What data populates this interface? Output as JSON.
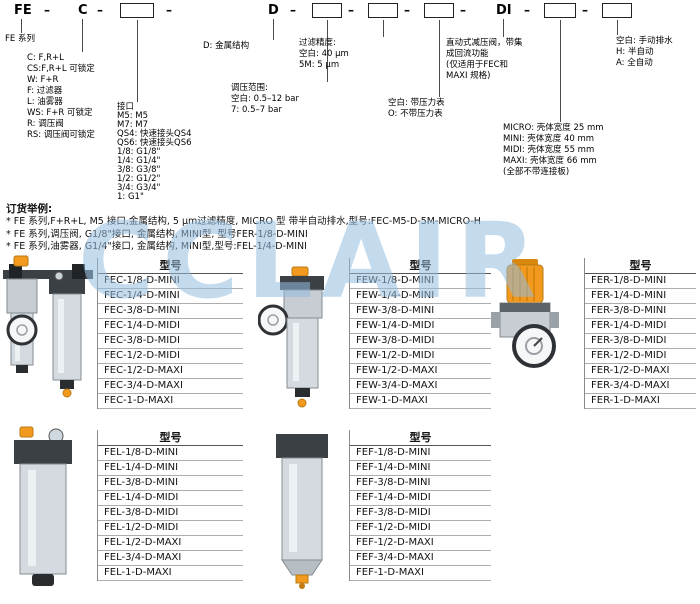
{
  "watermark": {
    "text": "CCLAIR",
    "color": "#94bcde"
  },
  "colors": {
    "accent_orange": "#f29a1f",
    "body_metal": "#c7cdd2",
    "bracket_dark": "#3b4045"
  },
  "code": {
    "fe": "FE",
    "c": "C",
    "d": "D",
    "di": "DI",
    "dash": "–"
  },
  "desc": {
    "fe_series": "FE 系列",
    "functions": [
      "C: F,R+L",
      "CS:F,R+L 可锁定",
      "W: F+R",
      "F: 过滤器",
      "L: 油雾器",
      "WS: F+R 可锁定",
      "R: 调压阀",
      "RS: 调压阀可锁定"
    ],
    "port_title": "接口",
    "port_options": [
      "M5: M5",
      "M7: M7",
      "QS4: 快速接头QS4",
      "QS6: 快速接头QS6",
      "1/8: G1/8\"",
      "1/4: G1/4\"",
      "3/8: G3/8\"",
      "1/2: G1/2\"",
      "3/4: G3/4\"",
      "1: G1\""
    ],
    "metal": "D: 金属结构",
    "range_title": "调压范围:",
    "range_options": [
      "空白: 0.5–12 bar",
      "7: 0.5–7 bar"
    ],
    "filt_title": "过滤精度:",
    "filt_options": [
      "空白: 40 μm",
      "5M: 5 μm"
    ],
    "gauge_options": [
      "空白: 带压力表",
      "O: 不带压力表"
    ],
    "di_note": [
      "直动式减压阀，带集",
      "成回流功能",
      "(仅适用于FEC和",
      "MAXI 规格)"
    ],
    "size_options": [
      "MICRO: 壳体宽度 25 mm",
      "MINI: 壳体宽度 40 mm",
      "MIDI: 壳体宽度 55 mm",
      "MAXI: 壳体宽度 66 mm",
      "(全部不带连接板)"
    ],
    "drain_options": [
      "空白: 手动排水",
      "H: 半自动",
      "A: 全自动"
    ]
  },
  "examples": {
    "title": "订货举例:",
    "lines": [
      "* FE 系列,F+R+L, M5 接口,金属结构, 5 μm过滤精度, MICRO 型 带半自动排水,型号:FEC-M5-D-5M-MICRO-H",
      "* FE 系列,调压阀, G1/8\"接口, 金属结构, MINI型, 型号FER-1/8-D-MINI",
      "* FE 系列,油雾器, G1/4\"接口, 金属结构, MINI型,型号:FEL-1/4-D-MINI"
    ]
  },
  "tables": {
    "header": "型号",
    "fec": [
      "FEC-1/8-D-MINI",
      "FEC-1/4-D-MINI",
      "FEC-3/8-D-MINI",
      "FEC-1/4-D-MIDI",
      "FEC-3/8-D-MIDI",
      "FEC-1/2-D-MIDI",
      "FEC-1/2-D-MAXI",
      "FEC-3/4-D-MAXI",
      "FEC-1-D-MAXI"
    ],
    "few": [
      "FEW-1/8-D-MINI",
      "FEW-1/4-D-MINI",
      "FEW-3/8-D-MINI",
      "FEW-1/4-D-MIDI",
      "FEW-3/8-D-MIDI",
      "FEW-1/2-D-MIDI",
      "FEW-1/2-D-MAXI",
      "FEW-3/4-D-MAXI",
      "FEW-1-D-MAXI"
    ],
    "fer": [
      "FER-1/8-D-MINI",
      "FER-1/4-D-MINI",
      "FER-3/8-D-MINI",
      "FER-1/4-D-MIDI",
      "FER-3/8-D-MIDI",
      "FER-1/2-D-MIDI",
      "FER-1/2-D-MAXI",
      "FER-3/4-D-MAXI",
      "FER-1-D-MAXI"
    ],
    "fel": [
      "FEL-1/8-D-MINI",
      "FEL-1/4-D-MINI",
      "FEL-3/8-D-MINI",
      "FEL-1/4-D-MIDI",
      "FEL-3/8-D-MIDI",
      "FEL-1/2-D-MIDI",
      "FEL-1/2-D-MAXI",
      "FEL-3/4-D-MAXI",
      "FEL-1-D-MAXI"
    ],
    "fef": [
      "FEF-1/8-D-MINI",
      "FEF-1/4-D-MINI",
      "FEF-3/8-D-MINI",
      "FEF-1/4-D-MIDI",
      "FEF-3/8-D-MIDI",
      "FEF-1/2-D-MIDI",
      "FEF-1/2-D-MAXI",
      "FEF-3/4-D-MAXI",
      "FEF-1-D-MAXI"
    ]
  }
}
